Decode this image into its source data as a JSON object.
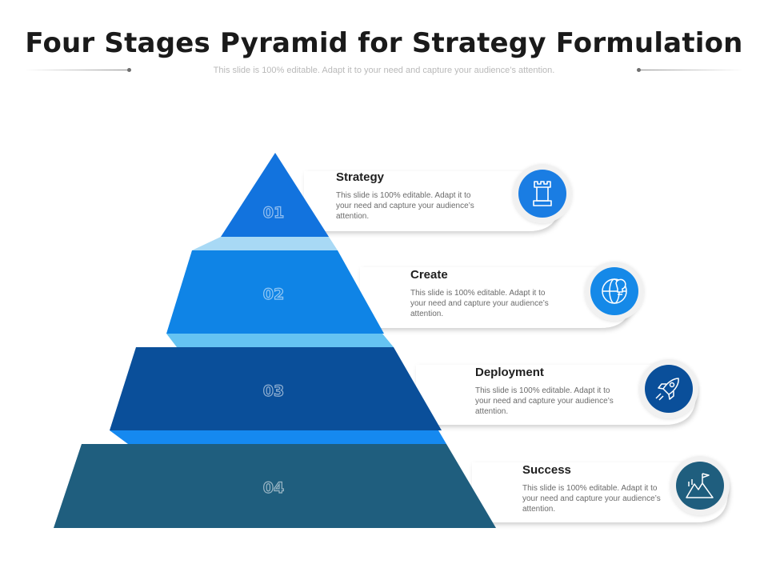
{
  "header": {
    "title": "Four Stages Pyramid for Strategy Formulation",
    "subtitle": "This slide is 100% editable. Adapt it to your need and capture your audience’s attention."
  },
  "colors": {
    "tier1": "#1273de",
    "tier2": "#0f84e6",
    "tier3": "#0a4f9a",
    "tier4": "#1f5e7e",
    "connector_light": "#a8d9f5",
    "connector_mid": "#65c3f2",
    "connector_bright": "#1589f0",
    "icon_circle_1": "#1a7de3",
    "icon_circle_2": "#1589e8",
    "icon_circle_3": "#0a4f9a",
    "icon_circle_4": "#1f5e7e"
  },
  "stages": [
    {
      "number": "01",
      "title": "Strategy",
      "description": "This slide is 100% editable. Adapt it to your need and capture your audience’s attention.",
      "icon": "chess-rook-icon"
    },
    {
      "number": "02",
      "title": "Create",
      "description": "This slide is 100% editable. Adapt it to your need and capture your audience’s attention.",
      "icon": "globe-lightbulb-icon"
    },
    {
      "number": "03",
      "title": "Deployment",
      "description": "This slide is 100% editable. Adapt it to your need and capture your audience’s attention.",
      "icon": "rocket-icon"
    },
    {
      "number": "04",
      "title": "Success",
      "description": "This slide is 100% editable. Adapt it to your need and capture your audience’s attention.",
      "icon": "mountain-flag-icon"
    }
  ]
}
